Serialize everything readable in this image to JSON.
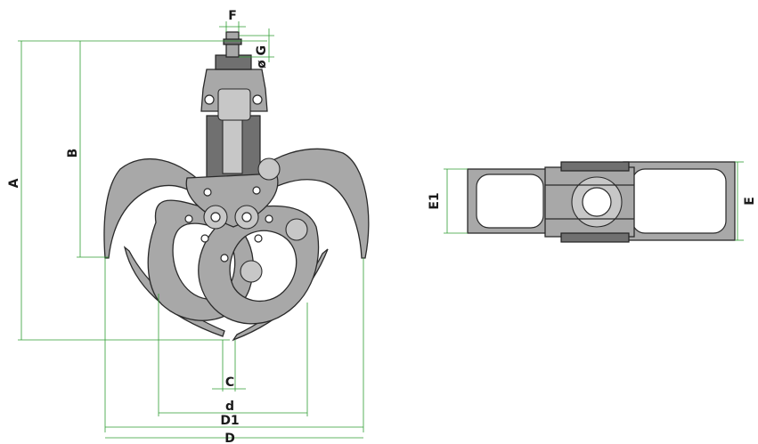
{
  "colors": {
    "dimension_line": "#2f9e33",
    "part_fill": "#a8a8a8",
    "outline": "#2a2a2a"
  },
  "labels": {
    "A": "A",
    "B": "B",
    "C": "C",
    "F": "F",
    "G": "ø G",
    "d": "d",
    "D1": "D1",
    "D": "D",
    "E": "E",
    "E1": "E1"
  }
}
